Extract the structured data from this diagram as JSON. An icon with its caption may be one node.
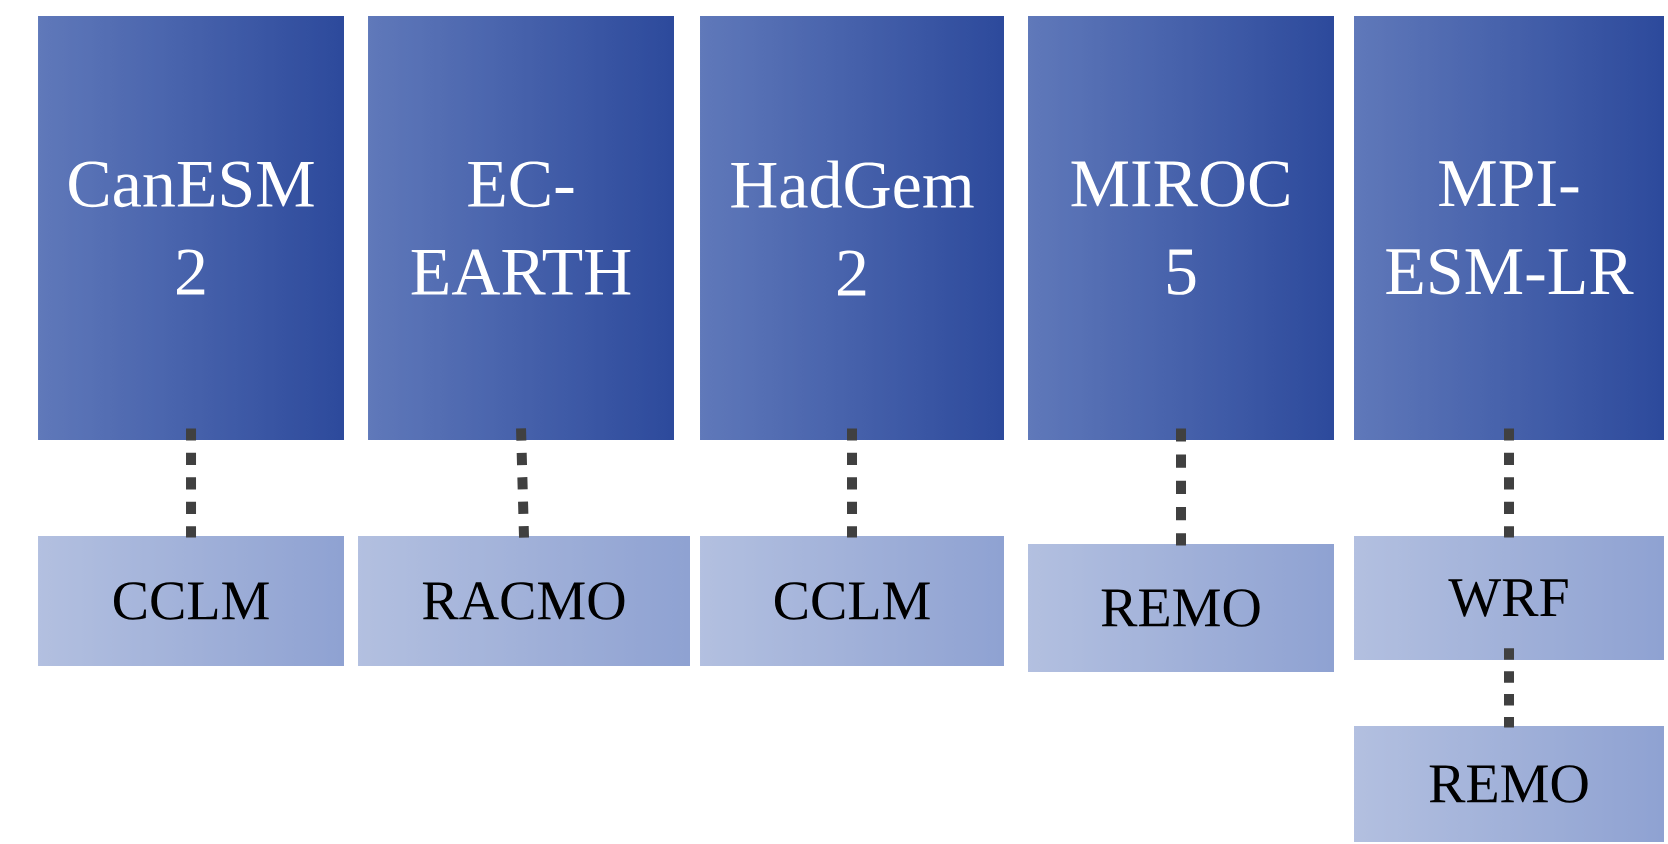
{
  "diagram": {
    "nodes": [
      {
        "text": [
          "CanESM 2"
        ]
      },
      {
        "text": [
          "EC- EARTH"
        ]
      },
      {
        "text": [
          "HadGem 2"
        ]
      },
      {
        "text": [
          "MIROC 5"
        ]
      },
      {
        "text": [
          "MPI- ESM-LR"
        ]
      },
      {
        "text": [
          "CCLM"
        ]
      },
      {
        "text": [
          "RACMO"
        ]
      },
      {
        "text": [
          "CCLM"
        ]
      },
      {
        "text": [
          "REMO"
        ]
      },
      {
        "text": [
          "WRF"
        ]
      },
      {
        "text": [
          "REMO"
        ]
      }
    ],
    "edges": [
      {
        "from": 0,
        "to": 5,
        "arrow": "none"
      },
      {
        "from": 1,
        "to": 6,
        "arrow": "none"
      },
      {
        "from": 2,
        "to": 7,
        "arrow": "none"
      },
      {
        "from": 3,
        "to": 8,
        "arrow": "none"
      },
      {
        "from": 4,
        "to": 9,
        "arrow": "none"
      },
      {
        "from": 9,
        "to": 10,
        "arrow": "none"
      }
    ]
  }
}
